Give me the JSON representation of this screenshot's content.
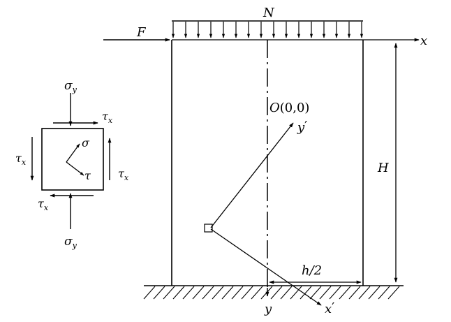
{
  "figure": {
    "element": {
      "sigma_y_top": {
        "main": "σ",
        "sub": "y"
      },
      "sigma_y_bottom": {
        "main": "σ",
        "sub": "y"
      },
      "tau_x_top": {
        "main": "τ",
        "sub": "x"
      },
      "tau_x_bottom": {
        "main": "τ",
        "sub": "x"
      },
      "tau_x_left": {
        "main": "τ",
        "sub": "x"
      },
      "tau_x_right": {
        "main": "τ",
        "sub": "x"
      },
      "sigma_inner": "σ",
      "tau_inner": "τ"
    },
    "wall": {
      "load_N": "N",
      "force_F": "F",
      "origin": {
        "main": "O",
        "coords": "(0,0)"
      },
      "axis_x": "x",
      "axis_y": "y",
      "axis_x_prime": {
        "main": "x",
        "mark": "′"
      },
      "axis_y_prime": {
        "main": "y",
        "mark": "′"
      },
      "height_H": "H",
      "half_width": "h/2"
    }
  }
}
